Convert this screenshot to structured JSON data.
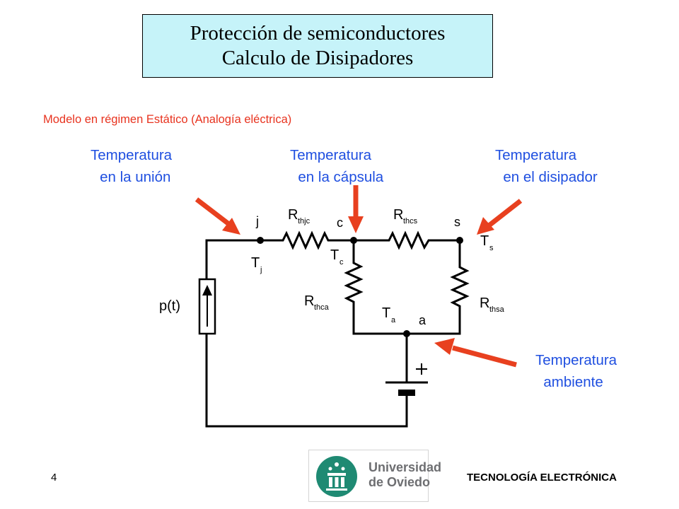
{
  "title": {
    "line1": "Protección de semiconductores",
    "line2": "Calculo de Disipadores"
  },
  "subtitle": "Modelo en régimen Estático (Analogía eléctrica)",
  "labels": {
    "union": "Temperatura\n  en la unión",
    "capsula": "Temperatura\n  en la cápsula",
    "disipador": "Temperatura\n  en el disipador",
    "ambiente": "Temperatura\n  ambiente"
  },
  "circuit": {
    "node_j": "j",
    "node_c": "c",
    "node_s": "s",
    "node_a": "a",
    "tj_main": "T",
    "tj_sub": "j",
    "tc_main": "T",
    "tc_sub": "c",
    "ts_main": "T",
    "ts_sub": "s",
    "ta_main": "T",
    "ta_sub": "a",
    "rthjc_main": "R",
    "rthjc_sub": "thjc",
    "rthcs_main": "R",
    "rthcs_sub": "thcs",
    "rthca_main": "R",
    "rthca_sub": "thca",
    "rthsa_main": "R",
    "rthsa_sub": "thsa",
    "source": "p(t)",
    "plus": "+"
  },
  "colors": {
    "arrow": "#e8401f",
    "label": "#1f4fe0",
    "title_bg": "#c6f3f9",
    "subtitle": "#e8331f",
    "logo_green": "#1f8a73"
  },
  "footer": {
    "page_number": "4",
    "right_text": "TECNOLOGÍA ELECTRÓNICA"
  },
  "logo": {
    "line1": "Universidad",
    "line2": "de Oviedo"
  }
}
